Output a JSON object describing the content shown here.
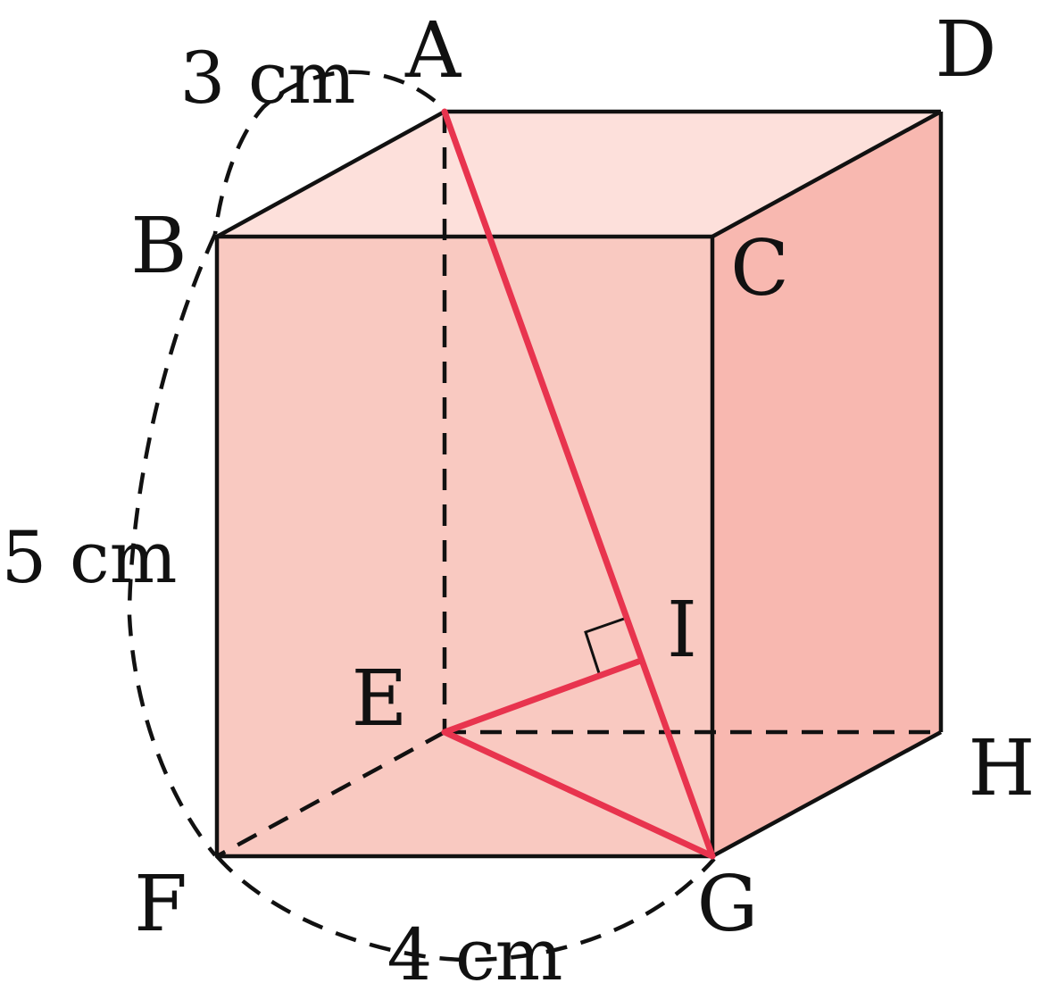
{
  "diagram": {
    "vertices": {
      "A": "A",
      "B": "B",
      "C": "C",
      "D": "D",
      "E": "E",
      "F": "F",
      "G": "G",
      "H": "H",
      "I": "I"
    },
    "dimensions": {
      "depth": "3 cm",
      "height": "5 cm",
      "width": "4 cm"
    },
    "colors": {
      "top_face": "#fde0db",
      "front_face": "#f9c9c1",
      "right_face": "#f8b8b0",
      "edge": "#111111",
      "highlight": "#e8344e"
    }
  }
}
